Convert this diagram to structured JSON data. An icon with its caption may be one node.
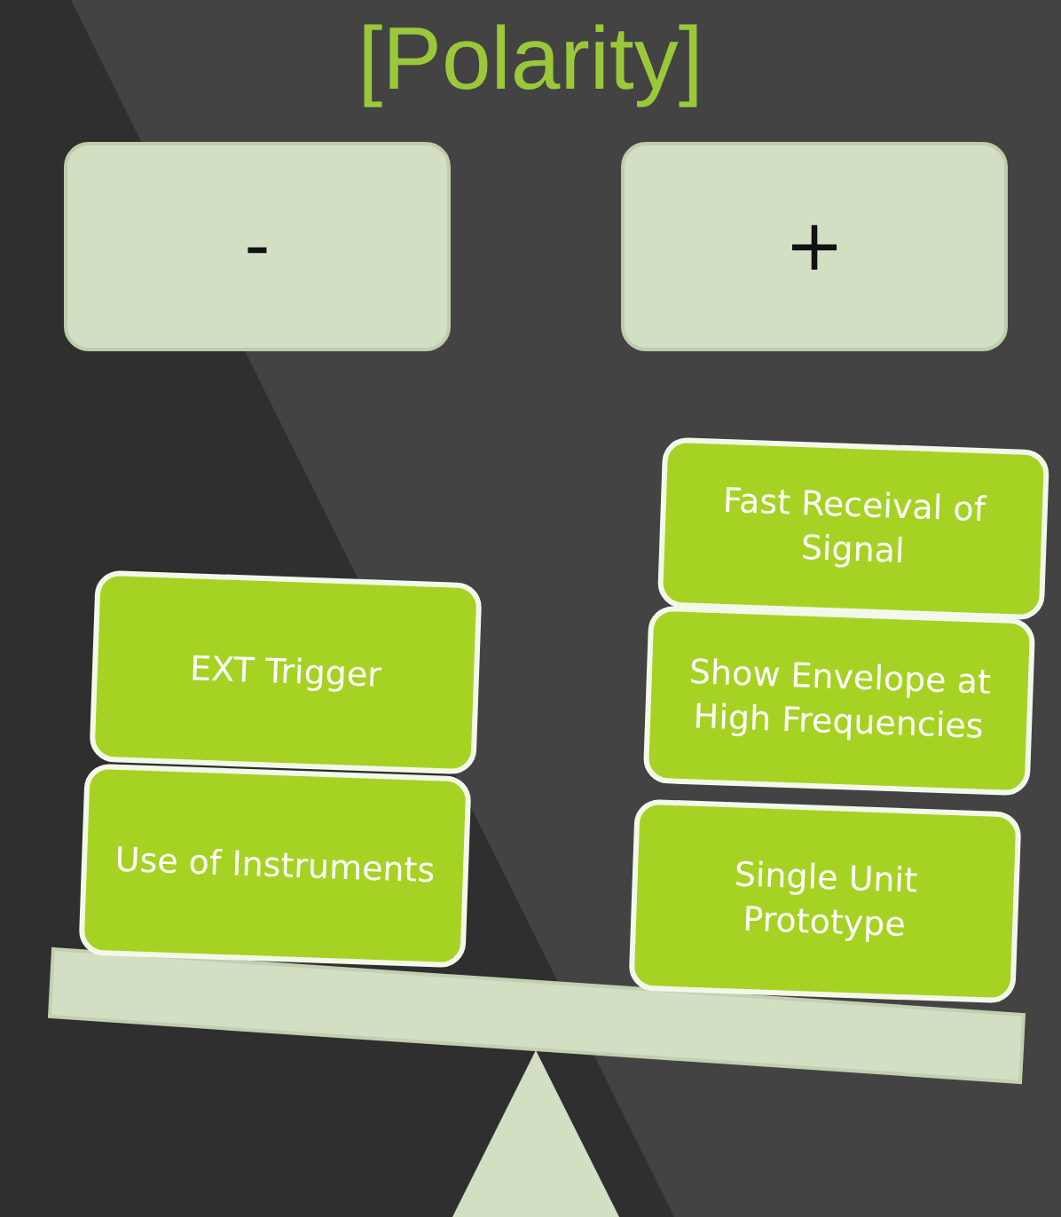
{
  "diagram": {
    "title": "[Polarity]",
    "nodes": [
      {
        "text": [
          "-"
        ]
      },
      {
        "text": [
          "+"
        ]
      },
      {
        "text": [
          "EXT Trigger"
        ]
      },
      {
        "text": [
          "Use of Instruments"
        ]
      },
      {
        "text": [
          "Fast Receival of Signal"
        ]
      },
      {
        "text": [
          "Show Envelope at High Frequencies"
        ]
      },
      {
        "text": [
          "Single Unit Prototype"
        ]
      }
    ]
  }
}
